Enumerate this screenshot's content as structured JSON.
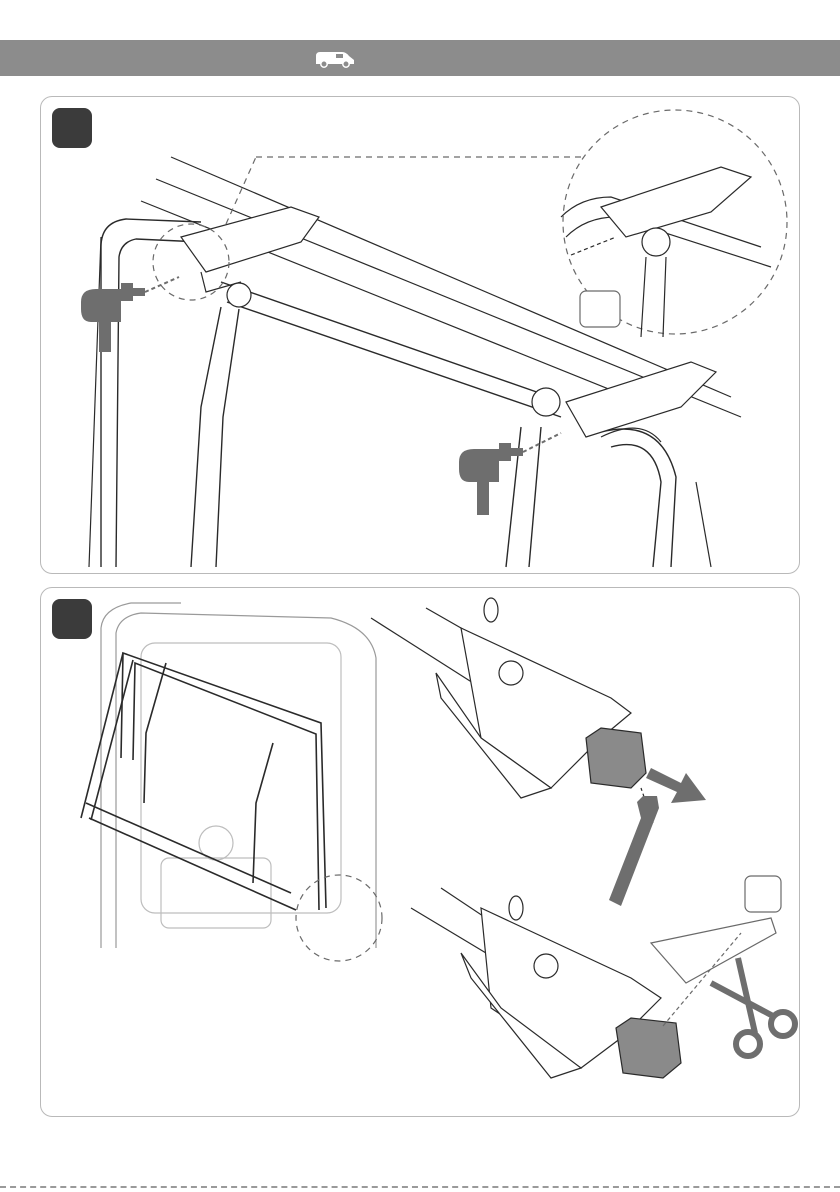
{
  "header": {
    "van_icon": "van-icon",
    "bar_color": "#8c8c8c"
  },
  "steps": [
    {
      "badge_color": "#3b3b3b",
      "icons": [
        "drill-icon",
        "drill-icon",
        "zoom-detail-circle",
        "detail-box"
      ]
    },
    {
      "badge_color": "#3b3b3b",
      "icons": [
        "zoom-detail-circle",
        "arrow-icon",
        "allen-key-icon",
        "tape-sheet-icon",
        "scissors-icon",
        "detail-box"
      ]
    }
  ],
  "colors": {
    "line": "#2a2a2a",
    "tool_gray": "#6e6e6e",
    "part_gray": "#8a8a8a",
    "panel_border": "#b9b9b9"
  }
}
